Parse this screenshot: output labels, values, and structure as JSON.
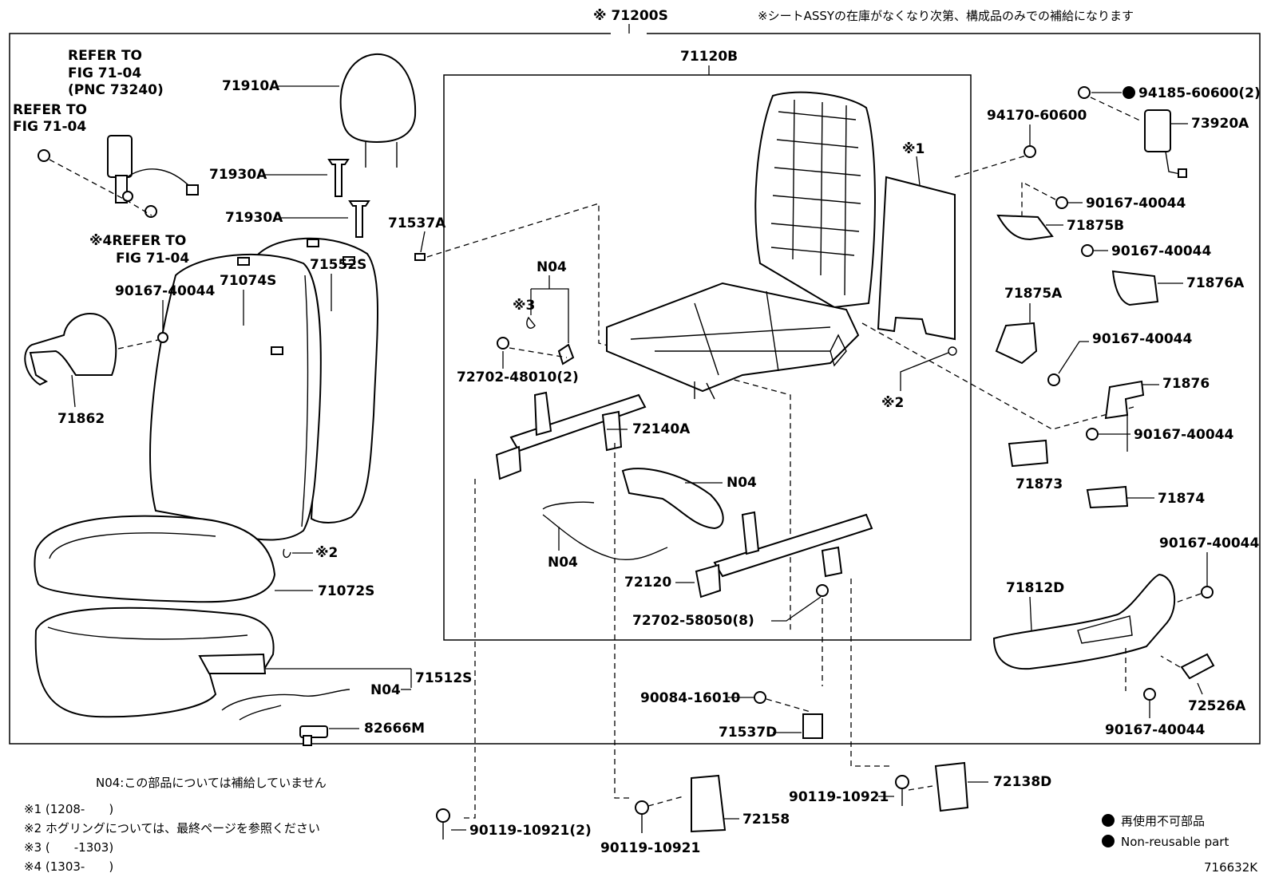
{
  "header": {
    "assy_code": "※ 71200S",
    "assy_note": "※シートASSYの在庫がなくなり次第、構成品のみでの補給になります"
  },
  "labels": {
    "p71120B": "71120B",
    "p71910A": "71910A",
    "p71930A_1": "71930A",
    "p71930A_2": "71930A",
    "p71537A": "71537A",
    "p71074S": "71074S",
    "p71552S": "71552S",
    "p90167_a": "90167-40044",
    "p71862": "71862",
    "p71072S": "71072S",
    "p71512S": "71512S",
    "n04_a": "N04",
    "p82666M": "82666M",
    "hog2": "※2",
    "n04_b": "N04",
    "hog3": "※3",
    "p72702_48010": "72702-48010(2)",
    "p72140A": "72140A",
    "n04_c": "N04",
    "n04_d": "N04",
    "p72120": "72120",
    "p72702_58050": "72702-58050(8)",
    "p90084_16010": "90084-16010",
    "p71537D": "71537D",
    "p90119_a": "90119-10921(2)",
    "p72158": "72158",
    "p90119_b": "90119-10921",
    "p90119_c": "90119-10921",
    "p72138D": "72138D",
    "mark1": "※1",
    "mark2": "※2",
    "p94185": "94185-60600(2)",
    "p94170": "94170-60600",
    "p73920A": "73920A",
    "p90167_b": "90167-40044",
    "p71875B": "71875B",
    "p90167_c": "90167-40044",
    "p71876A": "71876A",
    "p71875A": "71875A",
    "p90167_d": "90167-40044",
    "p71876": "71876",
    "p90167_e": "90167-40044",
    "p71873": "71873",
    "p71874": "71874",
    "p90167_f": "90167-40044",
    "p71812D": "71812D",
    "p72526A": "72526A",
    "p90167_g": "90167-40044"
  },
  "references": {
    "ref1_l1": "REFER TO",
    "ref1_l2": "FIG 71-04",
    "ref1_l3": "(PNC 73240)",
    "ref2_l1": "REFER TO",
    "ref2_l2": "FIG 71-04",
    "ref3_l1": "※4REFER TO",
    "ref3_l2": "FIG 71-04"
  },
  "footnotes": {
    "n04_note": "N04:この部品については補給していません",
    "fn1": "※1 (1208-　　)",
    "fn2": "※2 ホグリングについては、最終ページを参照ください",
    "fn3": "※3 (　　-1303)",
    "fn4": "※4 (1303-　　)"
  },
  "legend": {
    "jp": "再使用不可部品",
    "en": "Non-reusable part"
  },
  "figure_id": "716632K"
}
